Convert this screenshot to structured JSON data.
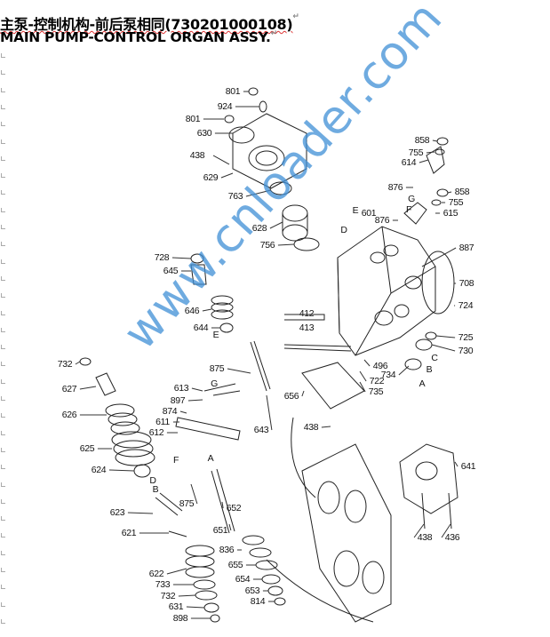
{
  "document": {
    "title_cn": "主泵-控制机构-前后泵相同(730201000108)",
    "title_en": "MAIN PUMP-CONTROL ORGAN ASSY."
  },
  "watermark": "www.cnloader.com",
  "drawing": {
    "part_labels": [
      "801",
      "924",
      "801",
      "630",
      "438",
      "629",
      "763",
      "858",
      "755",
      "614",
      "876",
      "858",
      "755",
      "615",
      "E",
      "601",
      "876",
      "G",
      "F",
      "D",
      "628",
      "756",
      "887",
      "728",
      "645",
      "708",
      "724",
      "412",
      "646",
      "644",
      "E",
      "413",
      "725",
      "730",
      "732",
      "875",
      "496",
      "722",
      "734",
      "B",
      "C",
      "A",
      "735",
      "627",
      "G",
      "613",
      "897",
      "656",
      "874",
      "626",
      "611",
      "612",
      "643",
      "438",
      "625",
      "F",
      "A",
      "624",
      "641",
      "D",
      "B",
      "623",
      "875",
      "652",
      "621",
      "651",
      "438",
      "436",
      "836",
      "655",
      "622",
      "654",
      "733",
      "653",
      "732",
      "814",
      "631",
      "898"
    ]
  }
}
